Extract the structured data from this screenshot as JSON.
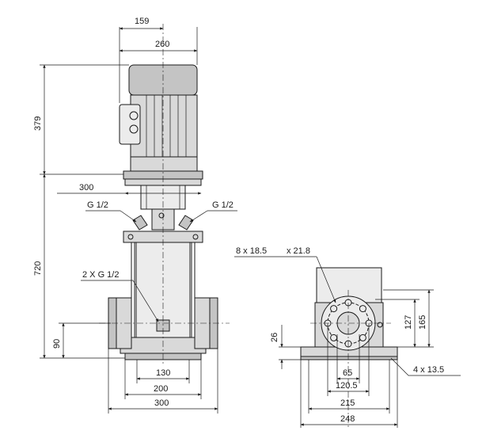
{
  "front_view": {
    "dimensions": {
      "motor_depth": "159",
      "motor_width": "260",
      "motor_height": "379",
      "base_to_motor_height": "720",
      "inlet_height": "90",
      "flange_width": "300",
      "port_spacing": "130",
      "base_width": "200",
      "overall_width": "300"
    },
    "labels": {
      "vent_left": "G 1/2",
      "vent_right": "G 1/2",
      "drain": "2 X G 1/2"
    }
  },
  "flange_view": {
    "labels": {
      "holes": "8 x 18.5",
      "slot": "x 21.8",
      "foot_holes": "4 x 13.5"
    },
    "dimensions": {
      "bolt_circle_inner": "127",
      "bolt_circle_outer": "165",
      "flange_height": "26",
      "bore": "65",
      "bolt_spacing": "120.5",
      "foot_inner": "215",
      "foot_outer": "248"
    }
  }
}
